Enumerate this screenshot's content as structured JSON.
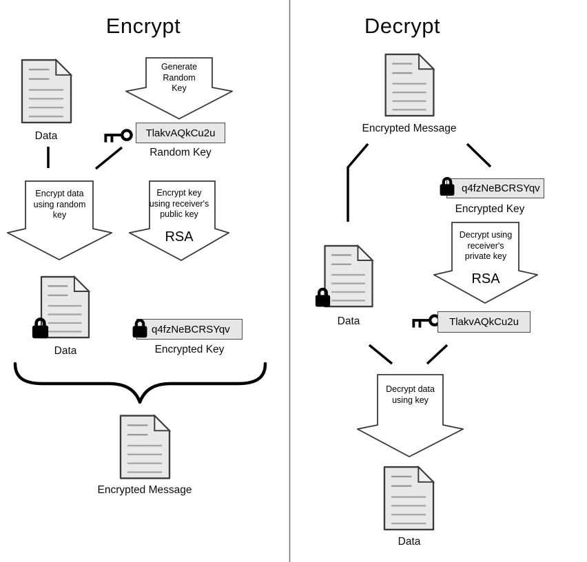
{
  "encrypt": {
    "title": "Encrypt",
    "source_doc_label": "Data",
    "generate_key_arrow": "Generate\nRandom\nKey",
    "random_key_value": "TlakvAQkCu2u",
    "random_key_label": "Random Key",
    "encrypt_data_arrow": "Encrypt data\nusing random\nkey",
    "encrypt_key_arrow": "Encrypt key\nusing receiver's\npublic key",
    "rsa_label": "RSA",
    "encrypted_data_label": "Data",
    "encrypted_key_value": "q4fzNeBCRSYqv",
    "encrypted_key_label": "Encrypted Key",
    "output_doc_label": "Encrypted Message"
  },
  "decrypt": {
    "title": "Decrypt",
    "source_doc_label": "Encrypted Message",
    "encrypted_key_value": "q4fzNeBCRSYqv",
    "encrypted_key_label": "Encrypted Key",
    "decrypt_key_arrow": "Decrypt using\nreceiver's\nprivate key",
    "rsa_label": "RSA",
    "encrypted_data_label": "Data",
    "recovered_key_value": "TlakvAQkCu2u",
    "decrypt_data_arrow": "Decrypt data\nusing key",
    "output_doc_label": "Data"
  },
  "icons": {
    "document": "document-icon",
    "locked_document": "locked-document-icon",
    "key": "key-icon",
    "lock": "lock-icon"
  },
  "colors": {
    "background": "#ffffff",
    "doc_fill": "#e9e9e9",
    "doc_border": "#3b3b3b",
    "box_fill": "#e7e7e7",
    "box_border": "#4a4a4a",
    "line": "#000000",
    "divider": "#787878"
  }
}
